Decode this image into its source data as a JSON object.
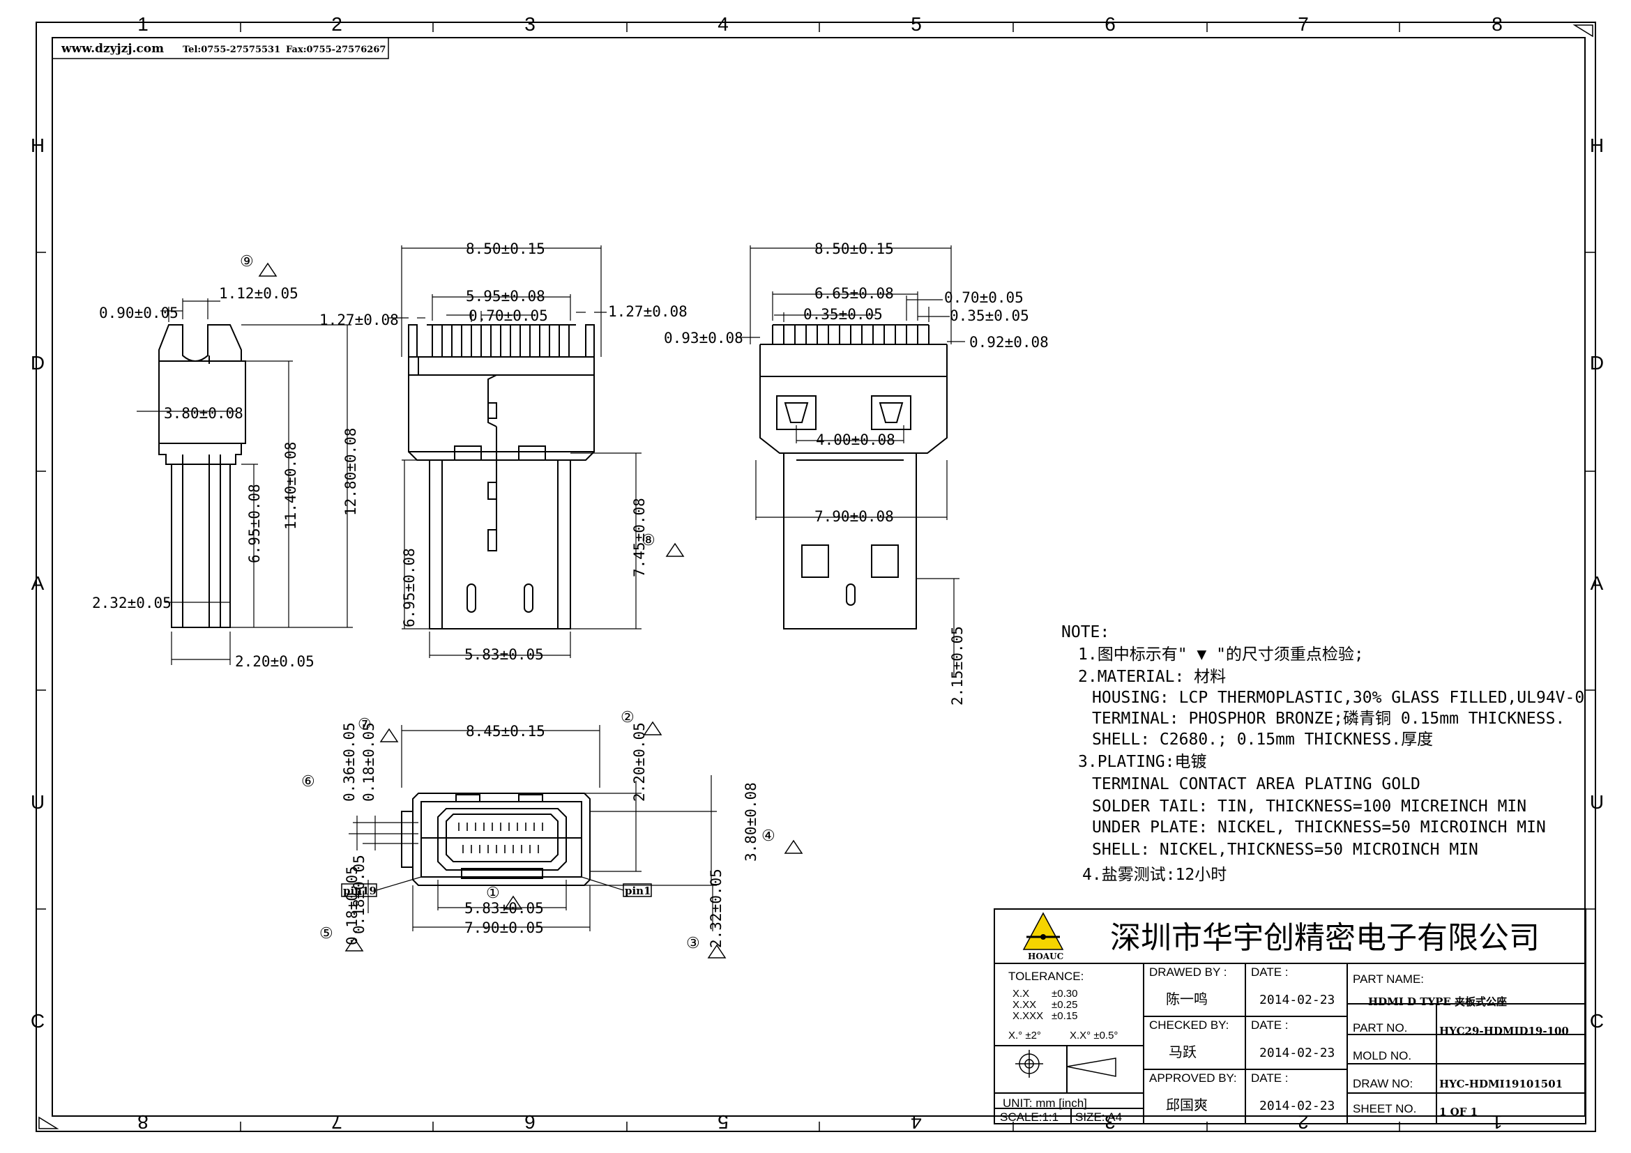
{
  "header": {
    "website": "www.dzyjzj.com",
    "tel": "Tel:0755-27575531",
    "fax": "Fax:0755-27576267"
  },
  "frame": {
    "top_cols": [
      "1",
      "2",
      "3",
      "4",
      "5",
      "6",
      "7",
      "8"
    ],
    "bottom_cols": [
      "8",
      "7",
      "6",
      "5",
      "4",
      "3",
      "2",
      "1"
    ],
    "rows": [
      "H",
      "D",
      "A",
      "U",
      "C"
    ]
  },
  "dims": {
    "side_top": "1.12±0.05",
    "side_left": "0.90±0.05",
    "side_inner": "3.80±0.08",
    "side_h1": "6.95±0.08",
    "side_h2": "11.40±0.08",
    "side_h3": "12.80±0.08",
    "side_bottom_h": "2.32±0.05",
    "side_width": "2.20±0.05",
    "front_w": "8.50±0.15",
    "front_pitch": "5.95±0.08",
    "front_pin": "0.70±0.05",
    "front_edge_l": "1.27±0.08",
    "front_edge_r": "1.27±0.08",
    "front_h_l": "6.95±0.08",
    "front_h_r": "7.45±0.08",
    "front_bottom": "5.83±0.05",
    "back_w": "8.50±0.15",
    "back_pitch": "6.65±0.08",
    "back_pin_r": "0.70±0.05",
    "back_pin_l": "0.35±0.05",
    "back_pin_r2": "0.35±0.05",
    "back_edge_l": "0.93±0.08",
    "back_edge_r": "0.92±0.08",
    "back_gap": "4.00±0.08",
    "back_body": "7.90±0.08",
    "back_tail": "2.15±0.05",
    "end_w": "8.45±0.15",
    "end_a": "0.36±0.05",
    "end_b": "0.18±0.05",
    "end_c": "2.20±0.05",
    "end_d": "3.80±0.08",
    "end_e": "0.18±0.05",
    "end_f": "5.83±0.05",
    "end_g": "7.90±0.05",
    "end_h": "2.32±0.05",
    "pin19": "pin19",
    "pin1": "pin1"
  },
  "callouts": [
    "①",
    "②",
    "③",
    "④",
    "⑤",
    "⑥",
    "⑦",
    "⑧",
    "⑨"
  ],
  "notes": {
    "heading": "NOTE:",
    "lines": [
      "1.图中标示有\" ▼ \"的尺寸须重点检验;",
      "2.MATERIAL: 材料",
      "HOUSING: LCP THERMOPLASTIC,30% GLASS FILLED,UL94V-0",
      "TERMINAL: PHOSPHOR BRONZE;磷青铜 0.15mm THICKNESS.",
      "SHELL: C2680.; 0.15mm THICKNESS.厚度",
      "3.PLATING:电镀",
      "TERMINAL CONTACT AREA PLATING GOLD",
      "SOLDER TAIL: TIN, THICKNESS=100 MICREINCH MIN",
      "UNDER PLATE: NICKEL, THICKNESS=50 MICROINCH MIN",
      "SHELL: NICKEL,THICKNESS=50 MICROINCH MIN",
      "4.盐雾测试:12小时"
    ]
  },
  "title_block": {
    "company": "深圳市华宇创精密电子有限公司",
    "logo_text": "HOAUC",
    "tolerance_label": "TOLERANCE:",
    "tol_rows": [
      [
        "X.X",
        "±0.30"
      ],
      [
        "X.XX",
        "±0.25"
      ],
      [
        "X.XXX",
        "±0.15"
      ]
    ],
    "tol_angle_1": "X.° ±2°",
    "tol_angle_2": "X.X° ±0.5°",
    "unit": "UNIT: mm [inch]",
    "scale": "SCALE:1:1",
    "size": "SIZE: A4",
    "drawed_by_label": "DRAWED BY :",
    "drawed_by": "陈一鸣",
    "checked_by_label": "CHECKED BY:",
    "checked_by": "马跃",
    "approved_by_label": "APPROVED BY:",
    "approved_by": "邱国爽",
    "date_label": "DATE :",
    "date_1": "2014-02-23",
    "date_2": "2014-02-23",
    "date_3": "2014-02-23",
    "part_name_label": "PART NAME:",
    "part_name": "HDMI D TYPE 夹板式公座",
    "part_no_label": "PART NO.",
    "part_no": "HYC29-HDMID19-100",
    "mold_no_label": "MOLD NO.",
    "mold_no": "",
    "draw_no_label": "DRAW NO:",
    "draw_no": "HYC-HDMI19101501",
    "sheet_no_label": "SHEET NO.",
    "sheet_no": "1 OF 1"
  }
}
